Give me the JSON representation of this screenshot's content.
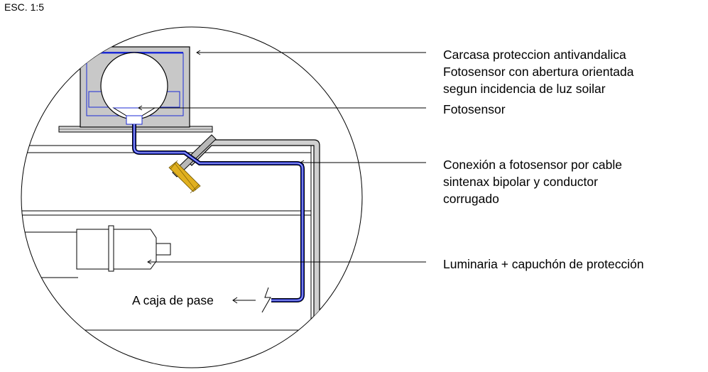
{
  "scale_label": "ESC. 1:5",
  "callouts": {
    "carcasa": {
      "lines": [
        "Carcasa proteccion antivandalica",
        "Fotosensor con abertura orientada",
        "segun incidencia de luz soilar"
      ]
    },
    "fotosensor": {
      "lines": [
        "Fotosensor"
      ]
    },
    "conexion": {
      "lines": [
        "Conexión a fotosensor por cable",
        "sintenax bipolar y conductor",
        "corrugado"
      ]
    },
    "luminaria": {
      "lines": [
        "Luminaria + capuchón de protección"
      ]
    }
  },
  "cable_destination_label": "A caja de pase",
  "colors": {
    "line": "#000000",
    "cable": "#1d2bd6",
    "housing_fill": "#c8c8c8",
    "plate_fill": "#d6d6d6",
    "bolt": "#e0b020"
  }
}
